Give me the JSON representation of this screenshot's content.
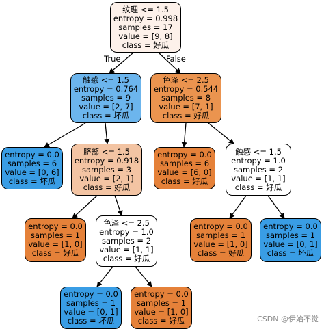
{
  "colors": {
    "root": "#fdf1ea",
    "n1": "#6cb5ed",
    "n2": "#eb944f",
    "leaf_blue": "#399de5",
    "leaf_orange": "#e58139",
    "n4": "#f3c4a3",
    "white": "#ffffff"
  },
  "nodes": {
    "root": {
      "l1": "纹理 <= 1.5",
      "l2": "entropy = 0.998",
      "l3": "samples = 17",
      "l4": "value = [9, 8]",
      "l5": "class = 好瓜"
    },
    "n1": {
      "l1": "触感 <= 1.5",
      "l2": "entropy = 0.764",
      "l3": "samples = 9",
      "l4": "value = [2, 7]",
      "l5": "class = 坏瓜"
    },
    "n2": {
      "l1": "色泽 <= 2.5",
      "l2": "entropy = 0.544",
      "l3": "samples = 8",
      "l4": "value = [7, 1]",
      "l5": "class = 好瓜"
    },
    "n3": {
      "l1": "entropy = 0.0",
      "l2": "samples = 6",
      "l3": "value = [0, 6]",
      "l4": "class = 坏瓜"
    },
    "n4": {
      "l1": "脐部 <= 1.5",
      "l2": "entropy = 0.918",
      "l3": "samples = 3",
      "l4": "value = [2, 1]",
      "l5": "class = 好瓜"
    },
    "n5": {
      "l1": "entropy = 0.0",
      "l2": "samples = 6",
      "l3": "value = [6, 0]",
      "l4": "class = 好瓜"
    },
    "n6": {
      "l1": "触感 <= 1.5",
      "l2": "entropy = 1.0",
      "l3": "samples = 2",
      "l4": "value = [1, 1]",
      "l5": "class = 好瓜"
    },
    "n7": {
      "l1": "entropy = 0.0",
      "l2": "samples = 1",
      "l3": "value = [1, 0]",
      "l4": "class = 好瓜"
    },
    "n8": {
      "l1": "色泽 <= 2.5",
      "l2": "entropy = 1.0",
      "l3": "samples = 2",
      "l4": "value = [1, 1]",
      "l5": "class = 好瓜"
    },
    "n9": {
      "l1": "entropy = 0.0",
      "l2": "samples = 1",
      "l3": "value = [1, 0]",
      "l4": "class = 好瓜"
    },
    "n10": {
      "l1": "entropy = 0.0",
      "l2": "samples = 1",
      "l3": "value = [0, 1]",
      "l4": "class = 坏瓜"
    },
    "n11": {
      "l1": "entropy = 0.0",
      "l2": "samples = 1",
      "l3": "value = [0, 1]",
      "l4": "class = 坏瓜"
    },
    "n12": {
      "l1": "entropy = 0.0",
      "l2": "samples = 1",
      "l3": "value = [1, 0]",
      "l4": "class = 好瓜"
    }
  },
  "edge_labels": {
    "true_label": "True",
    "false_label": "False"
  },
  "watermark": "CSDN @伊始不觉"
}
